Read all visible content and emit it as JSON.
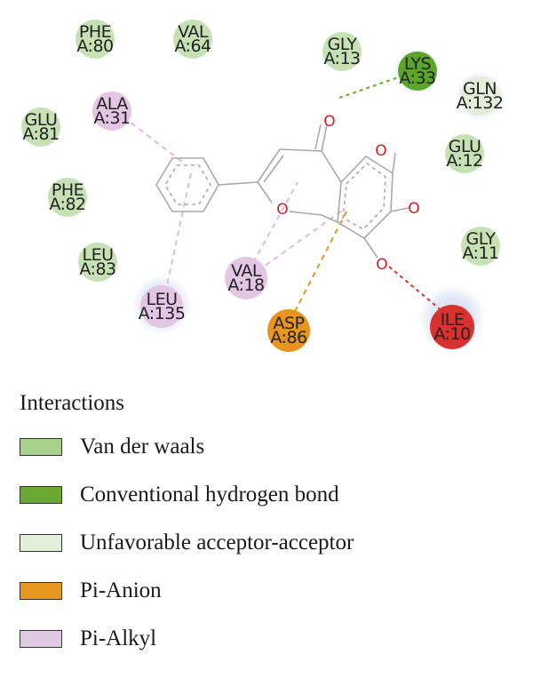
{
  "residues": [
    {
      "id": "phe80",
      "name": "PHE",
      "chain": "A:80",
      "type": "vdw"
    },
    {
      "id": "val64",
      "name": "VAL",
      "chain": "A:64",
      "type": "vdw"
    },
    {
      "id": "gly13",
      "name": "GLY",
      "chain": "A:13",
      "type": "vdw"
    },
    {
      "id": "lys33",
      "name": "LYS",
      "chain": "A:33",
      "type": "conventional_hbond"
    },
    {
      "id": "gln132",
      "name": "GLN",
      "chain": "A:132",
      "type": "unfavorable"
    },
    {
      "id": "ala31",
      "name": "ALA",
      "chain": "A:31",
      "type": "pi_alkyl"
    },
    {
      "id": "glu81",
      "name": "GLU",
      "chain": "A:81",
      "type": "vdw"
    },
    {
      "id": "glu12",
      "name": "GLU",
      "chain": "A:12",
      "type": "vdw"
    },
    {
      "id": "phe82",
      "name": "PHE",
      "chain": "A:82",
      "type": "vdw"
    },
    {
      "id": "gly11",
      "name": "GLY",
      "chain": "A:11",
      "type": "vdw"
    },
    {
      "id": "leu83",
      "name": "LEU",
      "chain": "A:83",
      "type": "vdw"
    },
    {
      "id": "val18",
      "name": "VAL",
      "chain": "A:18",
      "type": "pi_alkyl"
    },
    {
      "id": "leu135",
      "name": "LEU",
      "chain": "A:135",
      "type": "pi_alkyl"
    },
    {
      "id": "asp86",
      "name": "ASP",
      "chain": "A:86",
      "type": "pi_anion"
    },
    {
      "id": "ile10",
      "name": "ILE",
      "chain": "A:10",
      "type": "unfavorable_donor"
    }
  ],
  "atoms": [
    {
      "id": "o-carbonyl",
      "symbol": "O"
    },
    {
      "id": "o-ring",
      "symbol": "O"
    },
    {
      "id": "o-5",
      "symbol": "O"
    },
    {
      "id": "o-6",
      "symbol": "O"
    },
    {
      "id": "o-7",
      "symbol": "O"
    }
  ],
  "colors": {
    "vdw": "#c6e2b4",
    "conventional_hbond": "#5aa52a",
    "unfavorable": "#e3efd9",
    "pi_anion": "#e8951f",
    "pi_alkyl": "#e3c6e4",
    "unfavorable_donor": "#d8322e",
    "bond": "#a8a8a8",
    "oxygen": "#d22020"
  },
  "legend": {
    "title": "Interactions",
    "items": [
      {
        "label": "Van der waals",
        "color": "#a9d18e"
      },
      {
        "label": "Conventional hydrogen bond",
        "color": "#6aaa32"
      },
      {
        "label": "Unfavorable acceptor-acceptor",
        "color": "#e2efd9"
      },
      {
        "label": "Pi-Anion",
        "color": "#e8961e"
      },
      {
        "label": "Pi-Alkyl",
        "color": "#e0c9e3"
      }
    ]
  }
}
